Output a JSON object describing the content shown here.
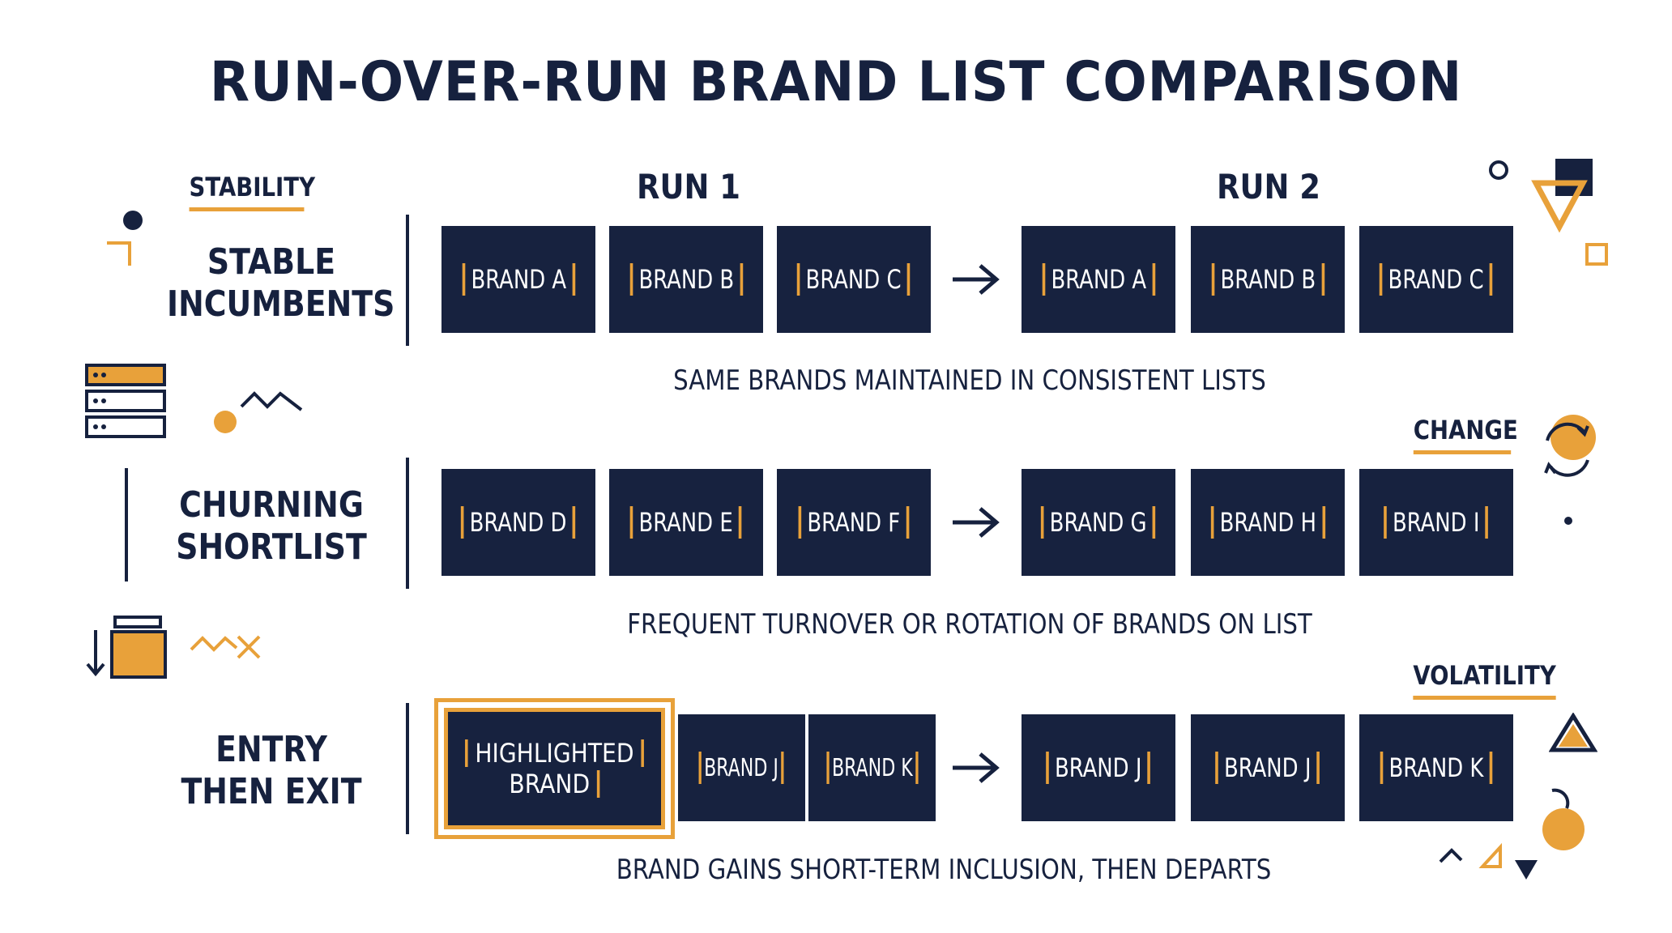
{
  "title": "RUN-OVER-RUN BRAND LIST COMPARISON",
  "tags": {
    "stability": "STABILITY",
    "change": "CHANGE",
    "volatility": "VOLATILITY"
  },
  "runs": {
    "run1": "RUN 1",
    "run2": "RUN 2"
  },
  "rows": [
    {
      "label_line1": "STABLE",
      "label_line2": "INCUMBENTS",
      "run1": [
        "BRAND A",
        "BRAND B",
        "BRAND C"
      ],
      "run2": [
        "BRAND A",
        "BRAND B",
        "BRAND C"
      ],
      "caption": "SAME BRANDS MAINTAINED IN CONSISTENT LISTS"
    },
    {
      "label_line1": "CHURNING",
      "label_line2": "SHORTLIST",
      "run1": [
        "BRAND D",
        "BRAND E",
        "BRAND F"
      ],
      "run2": [
        "BRAND G",
        "BRAND H",
        "BRAND I"
      ],
      "caption": "FREQUENT TURNOVER OR ROTATION OF BRANDS ON LIST"
    },
    {
      "label_line1": "ENTRY",
      "label_line2": "THEN EXIT",
      "highlight_line1": "HIGHLIGHTED",
      "highlight_line2": "BRAND",
      "run1": [
        "BRAND J",
        "BRAND K"
      ],
      "run2": [
        "BRAND J",
        "BRAND J",
        "BRAND K"
      ],
      "caption": "BRAND GAINS SHORT-TERM INCLUSION, THEN DEPARTS"
    }
  ],
  "colors": {
    "navy": "#17223f",
    "accent": "#e8a13a",
    "background": "#ffffff"
  },
  "icons": [
    "server-stack-icon",
    "folder-sort-icon",
    "refresh-cycle-icon",
    "zigzag-icon",
    "triangle-icon",
    "circle-icon",
    "square-icon"
  ]
}
